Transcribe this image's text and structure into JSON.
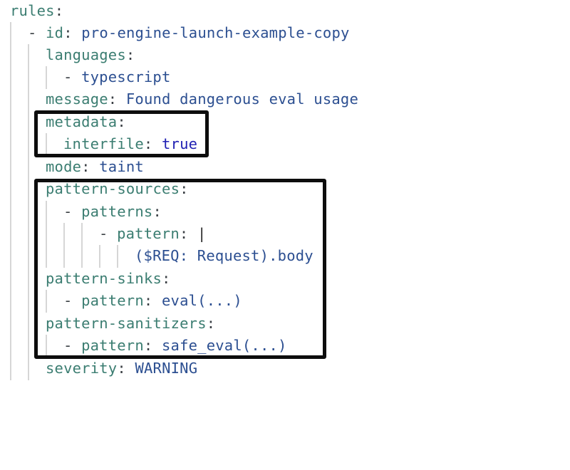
{
  "editor": {
    "language": "yaml",
    "lines": [
      {
        "indent": 0,
        "key": "rules",
        "value": ""
      },
      {
        "indent": 1,
        "dash": true,
        "key": "id",
        "value": "pro-engine-launch-example-copy"
      },
      {
        "indent": 2,
        "key": "languages",
        "value": ""
      },
      {
        "indent": 2,
        "dash": true,
        "value": "typescript"
      },
      {
        "indent": 2,
        "key": "message",
        "value": "Found dangerous eval usage"
      },
      {
        "indent": 2,
        "key": "metadata",
        "value": ""
      },
      {
        "indent": 3,
        "key": "interfile",
        "value": "true",
        "value_type": "boolean"
      },
      {
        "indent": 2,
        "key": "mode",
        "value": "taint"
      },
      {
        "indent": 2,
        "key": "pattern-sources",
        "value": ""
      },
      {
        "indent": 3,
        "dash": true,
        "key": "patterns",
        "value": ""
      },
      {
        "indent": 5,
        "dash": true,
        "key": "pattern",
        "value": "|"
      },
      {
        "indent": 7,
        "value": "($REQ: Request).body"
      },
      {
        "indent": 2,
        "key": "pattern-sinks",
        "value": ""
      },
      {
        "indent": 3,
        "dash": true,
        "key": "pattern",
        "value": "eval(...)"
      },
      {
        "indent": 2,
        "key": "pattern-sanitizers",
        "value": ""
      },
      {
        "indent": 3,
        "dash": true,
        "key": "pattern",
        "value": "safe_eval(...)"
      },
      {
        "indent": 2,
        "key": "severity",
        "value": "WARNING"
      }
    ],
    "text": {
      "l0_key": "rules",
      "l1_key": "id",
      "l1_val": "pro-engine-launch-example-copy",
      "l2_key": "languages",
      "l3_val": "typescript",
      "l4_key": "message",
      "l4_val": "Found dangerous eval usage",
      "l5_key": "metadata",
      "l6_key": "interfile",
      "l6_val": "true",
      "l7_key": "mode",
      "l7_val": "taint",
      "l8_key": "pattern-sources",
      "l9_key": "patterns",
      "l10_key": "pattern",
      "l10_val": "|",
      "l11_val": "($REQ: Request).body",
      "l12_key": "pattern-sinks",
      "l13_key": "pattern",
      "l13_val": "eval(...)",
      "l14_key": "pattern-sanitizers",
      "l15_key": "pattern",
      "l15_val": "safe_eval(...)",
      "l16_key": "severity",
      "l16_val": "WARNING"
    },
    "punctuation": {
      "colon": ":",
      "dash": "-"
    }
  },
  "annotations": [
    {
      "label": "metadata-interfile-highlight",
      "covers": "metadata / interfile: true"
    },
    {
      "label": "taint-patterns-highlight",
      "covers": "pattern-sources, pattern-sinks, pattern-sanitizers"
    }
  ],
  "colors": {
    "key": "#3b7d71",
    "value": "#2c4f91",
    "boolean": "#1f1fb3",
    "guide": "#d6d6d6",
    "highlight_border": "#0d0d0d",
    "background": "#ffffff"
  }
}
